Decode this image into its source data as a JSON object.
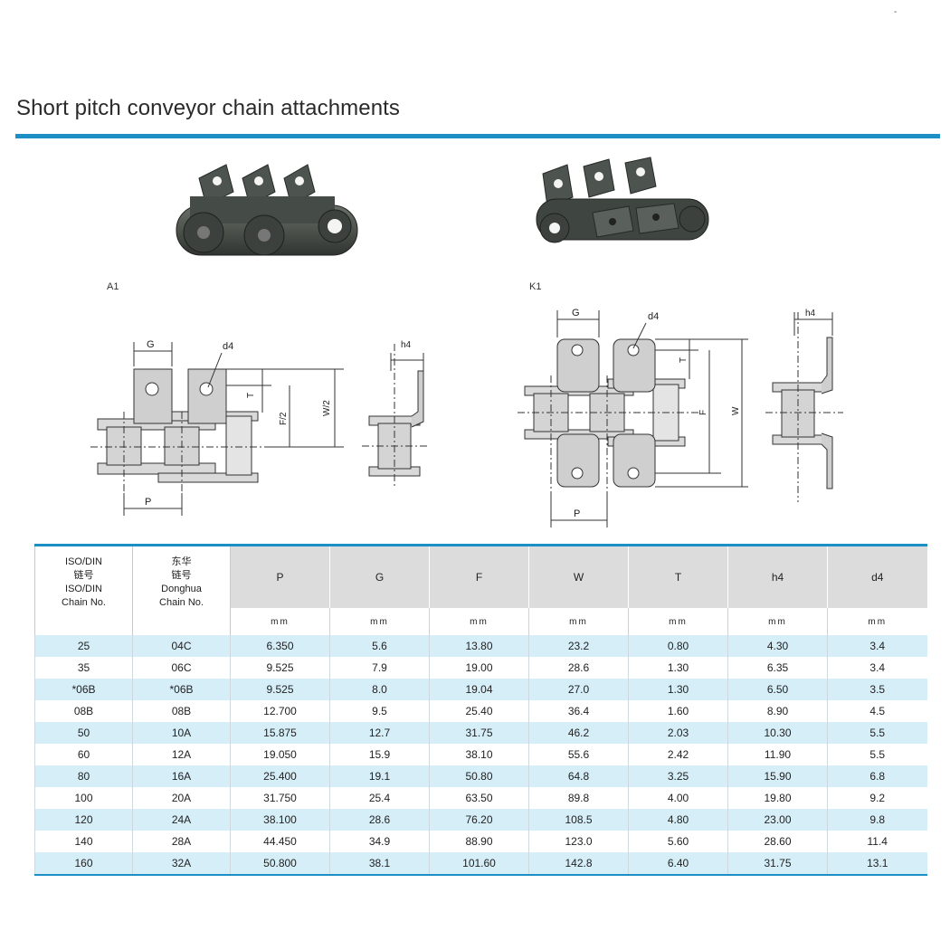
{
  "page": {
    "title": "Short pitch conveyor chain attachments",
    "corner_mark": "-"
  },
  "figures": {
    "left_type": "A1",
    "right_type": "K1",
    "dim_labels": {
      "G": "G",
      "d4": "d4",
      "T": "T",
      "F2": "F/2",
      "W2": "W/2",
      "h4": "h4",
      "P": "P",
      "F": "F",
      "W": "W"
    }
  },
  "colors": {
    "accent": "#1c8fc4",
    "row_highlight": "#d6eef8",
    "header_gray": "#dcdcdc"
  },
  "table": {
    "std_header": {
      "cn_line": "链号",
      "iso_top": "ISO/DIN",
      "iso_bottom": "ISO/DIN",
      "iso_chain": "Chain No."
    },
    "dh_header": {
      "cn_top": "东华",
      "cn_bottom": "链号",
      "en_top": "Donghua",
      "en_bottom": "Chain No."
    },
    "columns": [
      "P",
      "G",
      "F",
      "W",
      "T",
      "h4",
      "d4"
    ],
    "unit": "mm",
    "rows": [
      [
        "25",
        "04C",
        "6.350",
        "5.6",
        "13.80",
        "23.2",
        "0.80",
        "4.30",
        "3.4"
      ],
      [
        "35",
        "06C",
        "9.525",
        "7.9",
        "19.00",
        "28.6",
        "1.30",
        "6.35",
        "3.4"
      ],
      [
        "*06B",
        "*06B",
        "9.525",
        "8.0",
        "19.04",
        "27.0",
        "1.30",
        "6.50",
        "3.5"
      ],
      [
        "08B",
        "08B",
        "12.700",
        "9.5",
        "25.40",
        "36.4",
        "1.60",
        "8.90",
        "4.5"
      ],
      [
        "50",
        "10A",
        "15.875",
        "12.7",
        "31.75",
        "46.2",
        "2.03",
        "10.30",
        "5.5"
      ],
      [
        "60",
        "12A",
        "19.050",
        "15.9",
        "38.10",
        "55.6",
        "2.42",
        "11.90",
        "5.5"
      ],
      [
        "80",
        "16A",
        "25.400",
        "19.1",
        "50.80",
        "64.8",
        "3.25",
        "15.90",
        "6.8"
      ],
      [
        "100",
        "20A",
        "31.750",
        "25.4",
        "63.50",
        "89.8",
        "4.00",
        "19.80",
        "9.2"
      ],
      [
        "120",
        "24A",
        "38.100",
        "28.6",
        "76.20",
        "108.5",
        "4.80",
        "23.00",
        "9.8"
      ],
      [
        "140",
        "28A",
        "44.450",
        "34.9",
        "88.90",
        "123.0",
        "5.60",
        "28.60",
        "11.4"
      ],
      [
        "160",
        "32A",
        "50.800",
        "38.1",
        "101.60",
        "142.8",
        "6.40",
        "31.75",
        "13.1"
      ]
    ]
  }
}
